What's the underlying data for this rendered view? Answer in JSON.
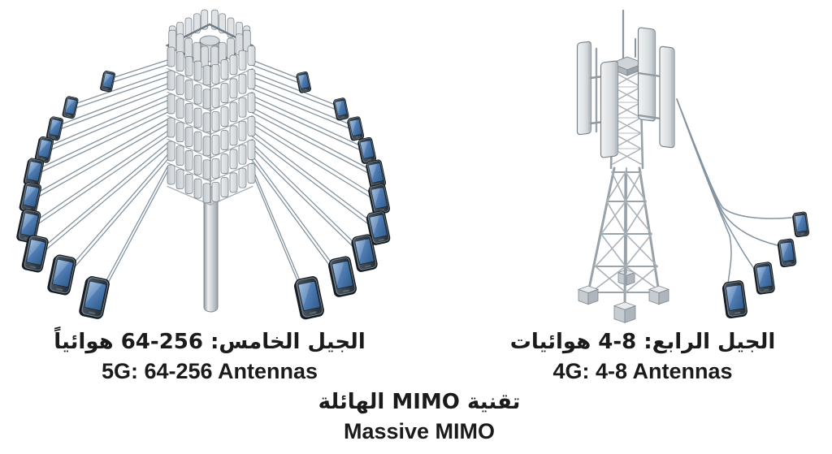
{
  "labels": {
    "five_g_ar": "الجيل الخامس: 256-64 هوائياً",
    "five_g_en": "5G: 64-256 Antennas",
    "four_g_ar": "الجيل الرابع: 8-4 هوائيات",
    "four_g_en": "4G: 4-8 Antennas",
    "caption_ar": "تقنية MIMO الهائلة",
    "caption_en": "Massive MIMO"
  },
  "colors": {
    "background": "#ffffff",
    "text": "#1b1b1b",
    "signal_line": "#8494a1",
    "phone_body_dark": "#232d36",
    "phone_screen_blue": "#4f7cb2",
    "metal_light": "#e9ebed",
    "metal_mid": "#c7ccd1",
    "metal_dark": "#8f99a1",
    "outline": "#6f7a84"
  },
  "five_g": {
    "antenna_range": "64-256",
    "lines_per_phone": 2,
    "phones_left": [
      [
        133,
        100,
        0.55
      ],
      [
        87,
        132,
        0.58
      ],
      [
        68,
        158,
        0.62
      ],
      [
        55,
        184,
        0.68
      ],
      [
        42,
        212,
        0.74
      ],
      [
        38,
        243,
        0.8
      ],
      [
        36,
        278,
        0.88
      ],
      [
        44,
        312,
        0.96
      ],
      [
        77,
        338,
        1.04
      ],
      [
        117,
        366,
        1.1
      ]
    ],
    "phones_right": [
      [
        374,
        101,
        0.55
      ],
      [
        420,
        134,
        0.58
      ],
      [
        438,
        158,
        0.62
      ],
      [
        452,
        185,
        0.68
      ],
      [
        463,
        214,
        0.74
      ],
      [
        467,
        245,
        0.8
      ],
      [
        466,
        280,
        0.88
      ],
      [
        449,
        311,
        0.96
      ],
      [
        422,
        340,
        1.04
      ],
      [
        381,
        366,
        1.1
      ]
    ]
  },
  "four_g": {
    "antenna_range": "4-8",
    "phones": [
      [
        986,
        276,
        0.66
      ],
      [
        969,
        311,
        0.74
      ],
      [
        941,
        342,
        0.84
      ],
      [
        905,
        368,
        0.98
      ]
    ],
    "line_paths": [
      "M833,122 C856,180 880,245 890,256 C905,268 940,271 974,268",
      "M833,122 C856,182 882,252 893,266 C908,285 932,296 957,302",
      "M833,122 C857,185 884,258 896,278 C908,300 919,318 929,332",
      "M833,122 C857,188 886,262 898,290 C903,316 897,336 896,350"
    ]
  }
}
